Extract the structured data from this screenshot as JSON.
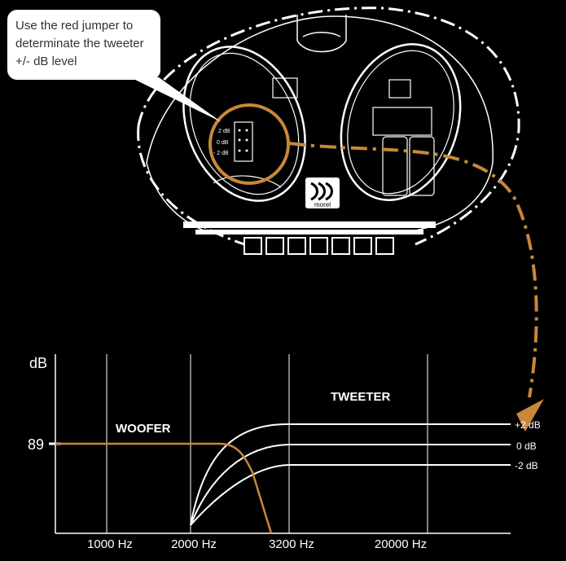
{
  "callout": {
    "lines": [
      "Use the red jumper to",
      "determinate the tweeter",
      "+/- dB level"
    ]
  },
  "jumper_labels": [
    "2 dB",
    "0 dB",
    "- 2 dB"
  ],
  "logo_text": "morel",
  "graph": {
    "y_axis_label": "dB",
    "y_tick_label": "89",
    "x_tick_labels": [
      "1000 Hz",
      "2000 Hz",
      "3200 Hz",
      "20000 Hz"
    ],
    "woofer_label": "WOOFER",
    "tweeter_label": "TWEETER",
    "level_labels": [
      "+2 dB",
      "0  dB",
      "-2 dB"
    ]
  },
  "colors": {
    "accent": "#c8873a",
    "line": "#ffffff",
    "background": "#000000"
  }
}
